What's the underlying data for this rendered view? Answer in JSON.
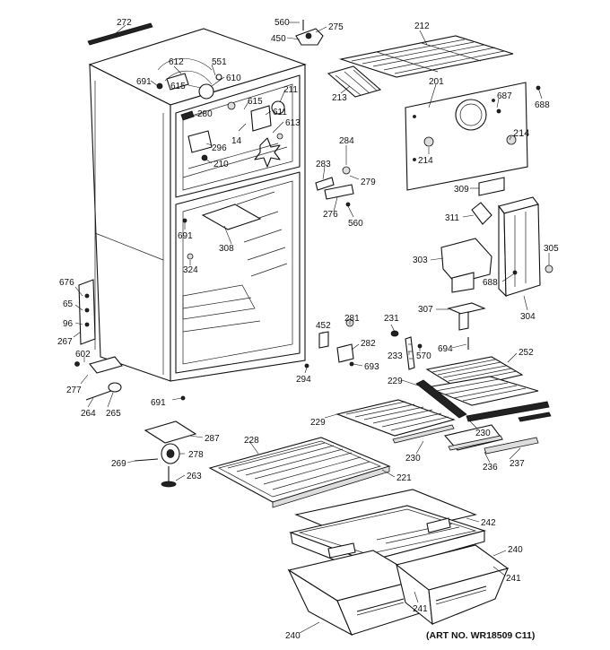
{
  "art_number": "(ART NO. WR18509 C11)",
  "labels": {
    "p272": "272",
    "p560a": "560",
    "p275": "275",
    "p450": "450",
    "p212": "212",
    "p612": "612",
    "p551": "551",
    "p691a": "691",
    "p615a": "615",
    "p610": "610",
    "p213": "213",
    "p201": "201",
    "p687": "687",
    "p688a": "688",
    "p211": "211",
    "p615b": "615",
    "p611": "611",
    "p280": "280",
    "p613": "613",
    "p14": "14",
    "p296": "296",
    "p210": "210",
    "p284": "284",
    "p214a": "214",
    "p214b": "214",
    "p283": "283",
    "p279": "279",
    "p276": "276",
    "p560b": "560",
    "p309": "309",
    "p311": "311",
    "p691b": "691",
    "p308": "308",
    "p305": "305",
    "p324": "324",
    "p303": "303",
    "p688b": "688",
    "p676": "676",
    "p65": "65",
    "p96": "96",
    "p267": "267",
    "p307": "307",
    "p304": "304",
    "p452": "452",
    "p281": "281",
    "p231": "231",
    "p282": "282",
    "p233": "233",
    "p570": "570",
    "p694": "694",
    "p252": "252",
    "p602": "602",
    "p693": "693",
    "p294": "294",
    "p277": "277",
    "p229a": "229",
    "p691c": "691",
    "p264": "264",
    "p265": "265",
    "p229b": "229",
    "p287": "287",
    "p230a": "230",
    "p228": "228",
    "p230b": "230",
    "p278": "278",
    "p236": "236",
    "p237": "237",
    "p269": "269",
    "p221": "221",
    "p263": "263",
    "p242": "242",
    "p240a": "240",
    "p241a": "241",
    "p241b": "241",
    "p240b": "240"
  }
}
